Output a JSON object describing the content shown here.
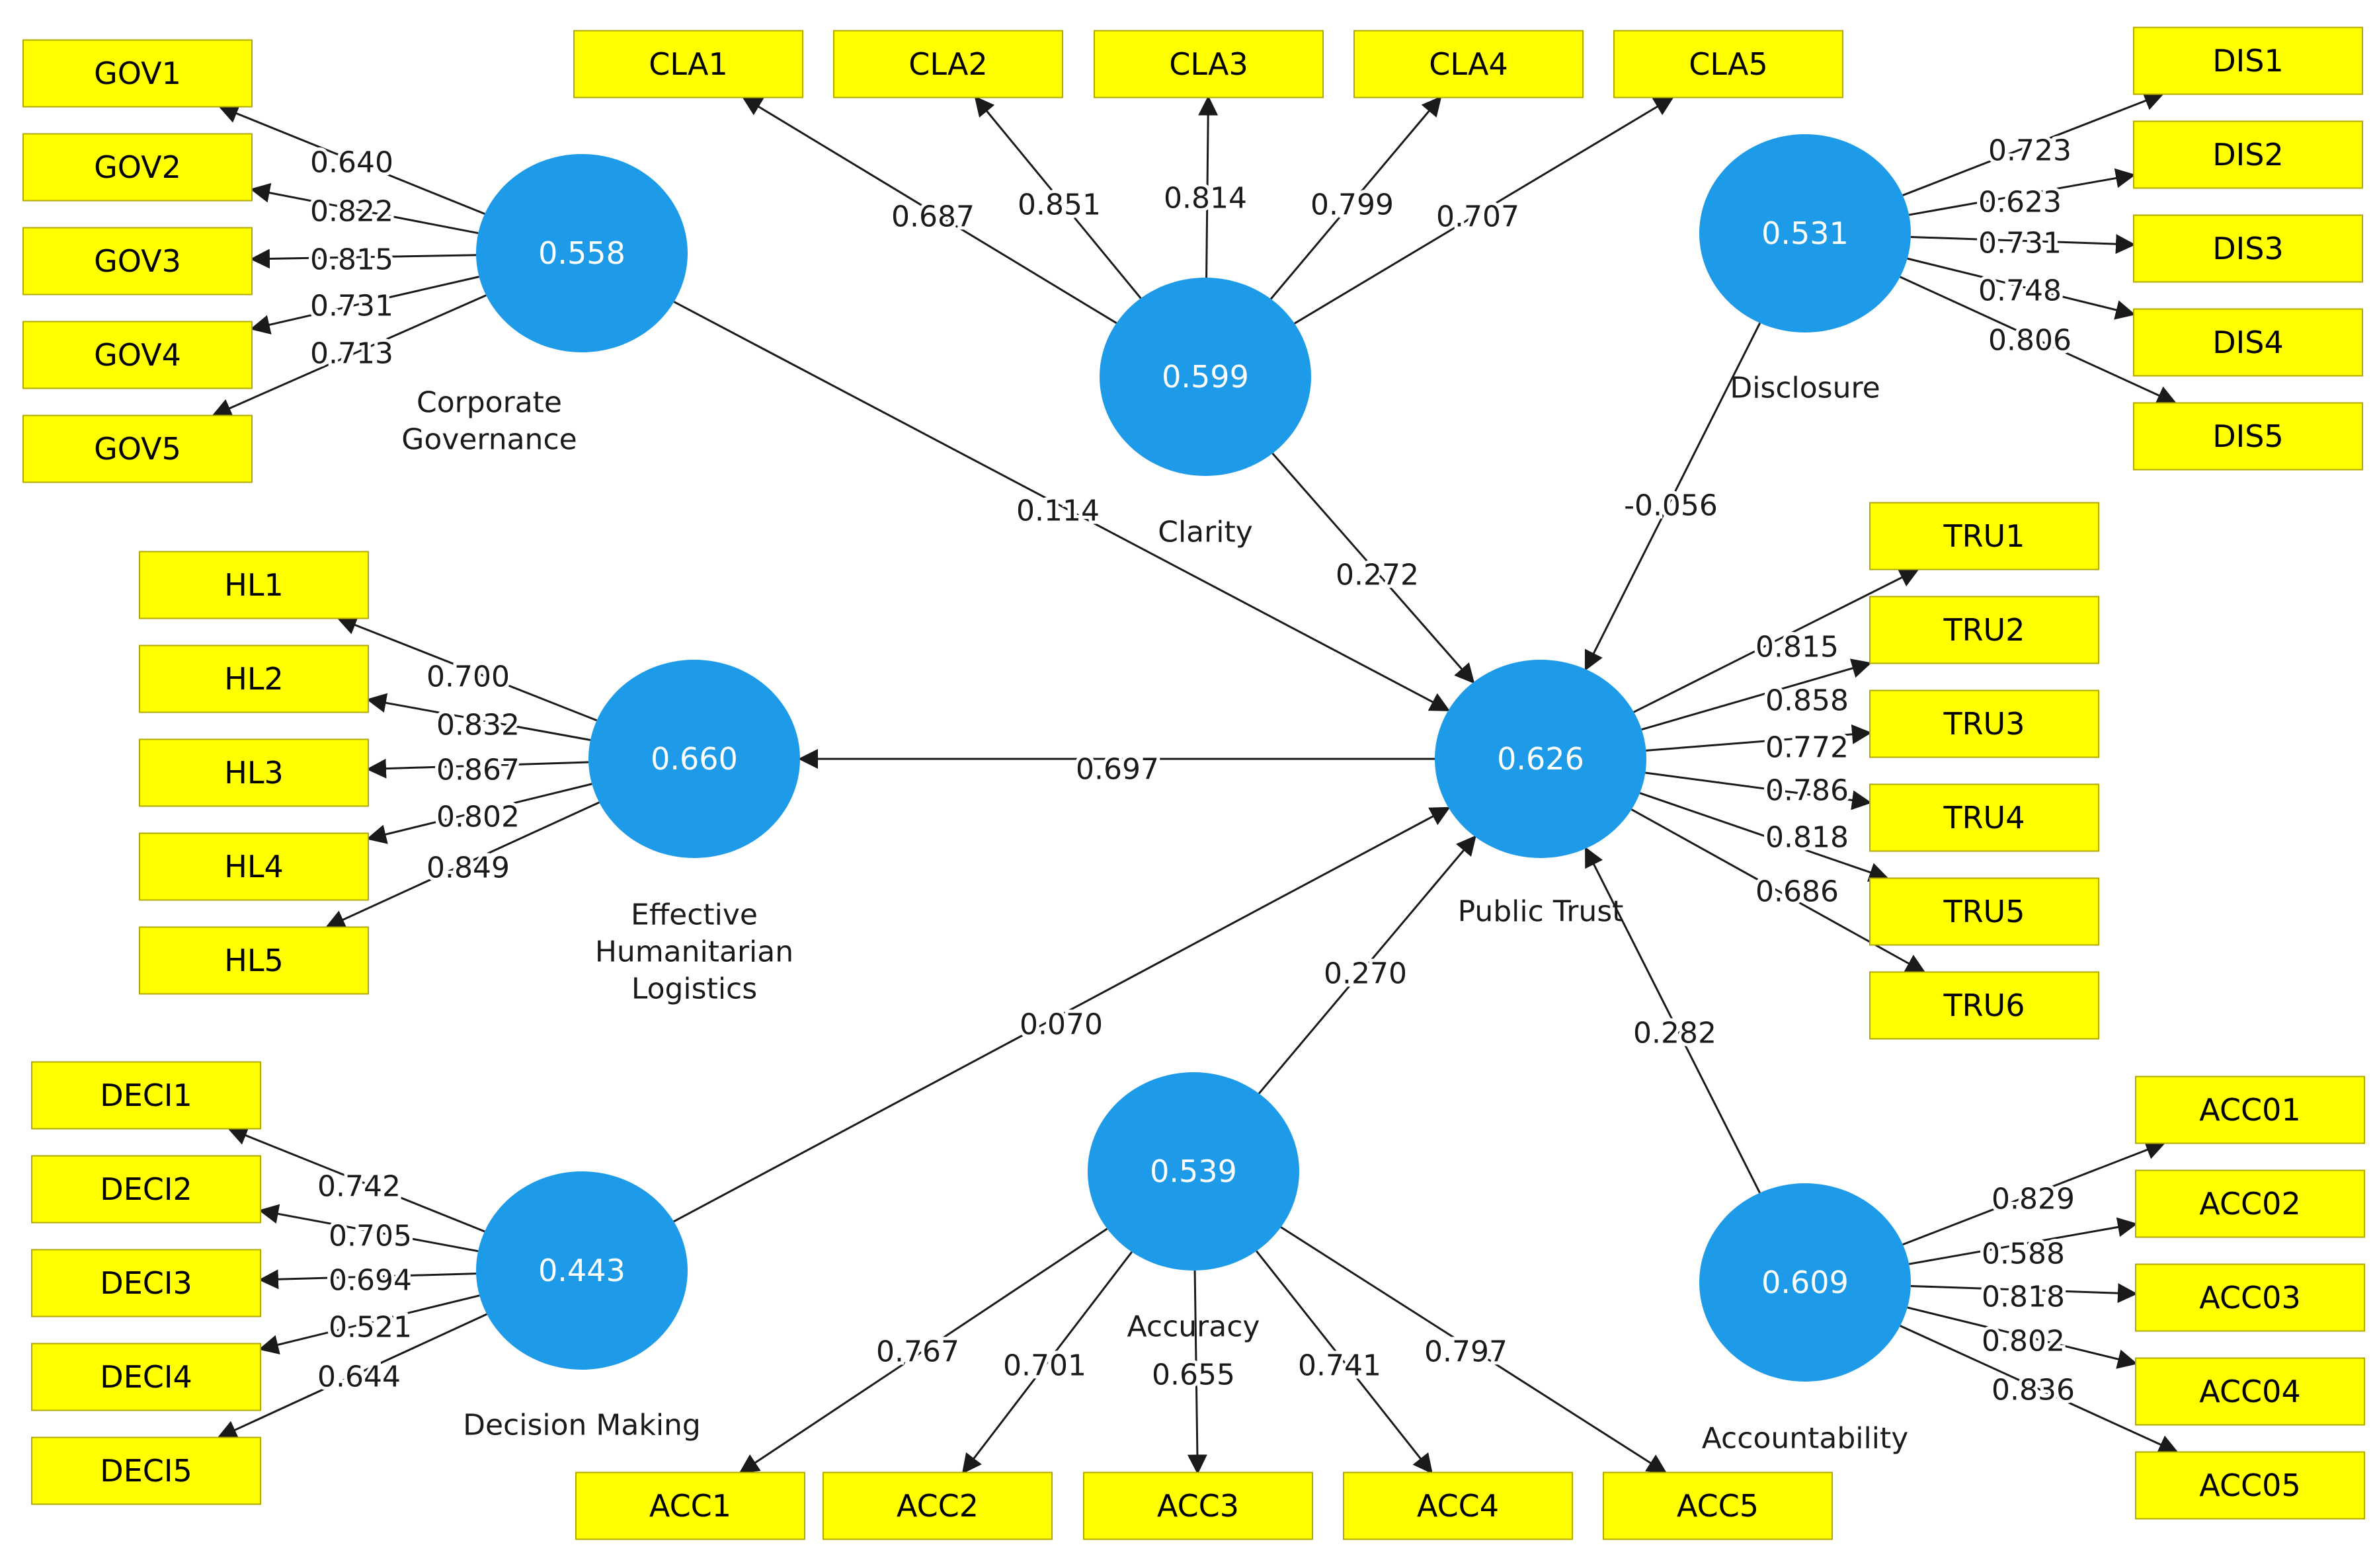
{
  "latent_variables": [
    {
      "id": "GOV",
      "name": [
        "Corporate",
        "Governance"
      ],
      "r2": "0.558"
    },
    {
      "id": "CLA",
      "name": [
        "Clarity"
      ],
      "r2": "0.599"
    },
    {
      "id": "DIS",
      "name": [
        "Disclosure"
      ],
      "r2": "0.531"
    },
    {
      "id": "HL",
      "name": [
        "Effective",
        "Humanitarian",
        "Logistics"
      ],
      "r2": "0.660"
    },
    {
      "id": "TRU",
      "name": [
        "Public Trust"
      ],
      "r2": "0.626"
    },
    {
      "id": "DECI",
      "name": [
        "Decision Making"
      ],
      "r2": "0.443"
    },
    {
      "id": "ACC",
      "name": [
        "Accuracy"
      ],
      "r2": "0.539"
    },
    {
      "id": "ACCT",
      "name": [
        "Accountability"
      ],
      "r2": "0.609"
    }
  ],
  "indicators": [
    {
      "label": "GOV1",
      "of": "GOV",
      "loading": "0.640"
    },
    {
      "label": "GOV2",
      "of": "GOV",
      "loading": "0.822"
    },
    {
      "label": "GOV3",
      "of": "GOV",
      "loading": "0.815"
    },
    {
      "label": "GOV4",
      "of": "GOV",
      "loading": "0.731"
    },
    {
      "label": "GOV5",
      "of": "GOV",
      "loading": "0.713"
    },
    {
      "label": "CLA1",
      "of": "CLA",
      "loading": "0.687"
    },
    {
      "label": "CLA2",
      "of": "CLA",
      "loading": "0.851"
    },
    {
      "label": "CLA3",
      "of": "CLA",
      "loading": "0.814"
    },
    {
      "label": "CLA4",
      "of": "CLA",
      "loading": "0.799"
    },
    {
      "label": "CLA5",
      "of": "CLA",
      "loading": "0.707"
    },
    {
      "label": "DIS1",
      "of": "DIS",
      "loading": "0.723"
    },
    {
      "label": "DIS2",
      "of": "DIS",
      "loading": "0.623"
    },
    {
      "label": "DIS3",
      "of": "DIS",
      "loading": "0.731"
    },
    {
      "label": "DIS4",
      "of": "DIS",
      "loading": "0.748"
    },
    {
      "label": "DIS5",
      "of": "DIS",
      "loading": "0.806"
    },
    {
      "label": "HL1",
      "of": "HL",
      "loading": "0.700"
    },
    {
      "label": "HL2",
      "of": "HL",
      "loading": "0.832"
    },
    {
      "label": "HL3",
      "of": "HL",
      "loading": "0.867"
    },
    {
      "label": "HL4",
      "of": "HL",
      "loading": "0.802"
    },
    {
      "label": "HL5",
      "of": "HL",
      "loading": "0.849"
    },
    {
      "label": "TRU1",
      "of": "TRU",
      "loading": "0.815"
    },
    {
      "label": "TRU2",
      "of": "TRU",
      "loading": "0.858"
    },
    {
      "label": "TRU3",
      "of": "TRU",
      "loading": "0.772"
    },
    {
      "label": "TRU4",
      "of": "TRU",
      "loading": "0.786"
    },
    {
      "label": "TRU5",
      "of": "TRU",
      "loading": "0.818"
    },
    {
      "label": "TRU6",
      "of": "TRU",
      "loading": "0.686"
    },
    {
      "label": "DECI1",
      "of": "DECI",
      "loading": "0.742"
    },
    {
      "label": "DECI2",
      "of": "DECI",
      "loading": "0.705"
    },
    {
      "label": "DECI3",
      "of": "DECI",
      "loading": "0.694"
    },
    {
      "label": "DECI4",
      "of": "DECI",
      "loading": "0.521"
    },
    {
      "label": "DECI5",
      "of": "DECI",
      "loading": "0.644"
    },
    {
      "label": "ACC1",
      "of": "ACC",
      "loading": "0.767"
    },
    {
      "label": "ACC2",
      "of": "ACC",
      "loading": "0.701"
    },
    {
      "label": "ACC3",
      "of": "ACC",
      "loading": "0.655"
    },
    {
      "label": "ACC4",
      "of": "ACC",
      "loading": "0.741"
    },
    {
      "label": "ACC5",
      "of": "ACC",
      "loading": "0.797"
    },
    {
      "label": "ACC01",
      "of": "ACCT",
      "loading": "0.829"
    },
    {
      "label": "ACC02",
      "of": "ACCT",
      "loading": "0.588"
    },
    {
      "label": "ACC03",
      "of": "ACCT",
      "loading": "0.818"
    },
    {
      "label": "ACC04",
      "of": "ACCT",
      "loading": "0.802"
    },
    {
      "label": "ACC05",
      "of": "ACCT",
      "loading": "0.836"
    }
  ],
  "paths": [
    {
      "from": "GOV",
      "to": "TRU",
      "coef": "0.114"
    },
    {
      "from": "CLA",
      "to": "TRU",
      "coef": "0.272"
    },
    {
      "from": "DIS",
      "to": "TRU",
      "coef": "-0.056"
    },
    {
      "from": "TRU",
      "to": "HL",
      "coef": "0.697"
    },
    {
      "from": "DECI",
      "to": "TRU",
      "coef": "0.070"
    },
    {
      "from": "ACC",
      "to": "TRU",
      "coef": "0.270"
    },
    {
      "from": "ACCT",
      "to": "TRU",
      "coef": "0.282"
    }
  ],
  "colors": {
    "latent_fill": "#1e9be8",
    "indicator_fill": "#ffff00",
    "edge": "#1a1a1a"
  }
}
